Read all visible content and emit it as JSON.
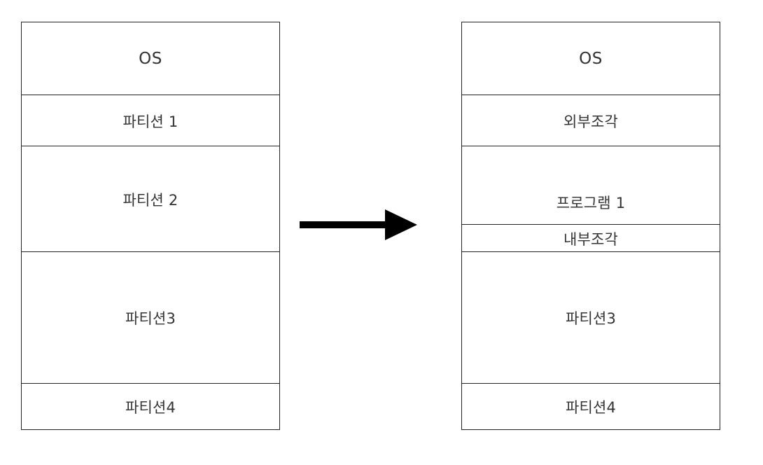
{
  "left_stack": {
    "os": "OS",
    "partition1": "파티션 1",
    "partition2": "파티션 2",
    "partition3": "파티션3",
    "partition4": "파티션4"
  },
  "right_stack": {
    "os": "OS",
    "external_fragment": "외부조각",
    "program1": "프로그램 1",
    "internal_fragment": "내부조각",
    "partition3": "파티션3",
    "partition4": "파티션4"
  },
  "colors": {
    "border": "#222222",
    "text": "#333333",
    "arrow": "#000000"
  },
  "icons": {
    "transition_arrow": "right-arrow-icon"
  }
}
